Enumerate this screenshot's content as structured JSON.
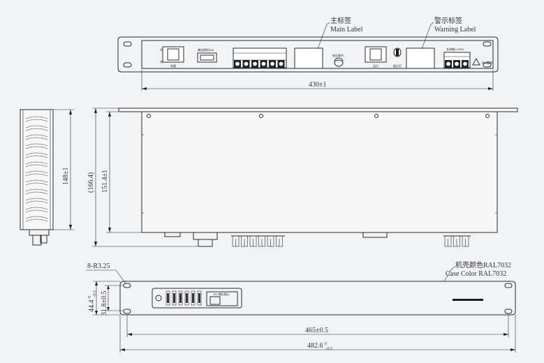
{
  "labels": {
    "main_label_cn": "主标签",
    "main_label_en": "Main Label",
    "warning_label_cn": "警示标签",
    "warning_label_en": "Warning Label",
    "case_color_cn": "机壳颜色RAL7032",
    "case_color_en": "Case Color RAL7032",
    "front_input_text": "交流输入220V",
    "fuse_text": "输出保险20A"
  },
  "dimensions": {
    "front_width": "430±1",
    "side_height_1": "148±1",
    "side_height_2": "(166.4)",
    "side_height_3": "151.4±1",
    "corner_radius": "8-R3.25",
    "rack_h_1_main": "44.4",
    "rack_h_1_sup": "0",
    "rack_h_1_sub": "-0.5",
    "rack_h_2": "31.8±0.5",
    "mount_width": "465±0.5",
    "total_width_main": "482.6",
    "total_width_sup": "0",
    "total_width_sub": "-0.5"
  }
}
